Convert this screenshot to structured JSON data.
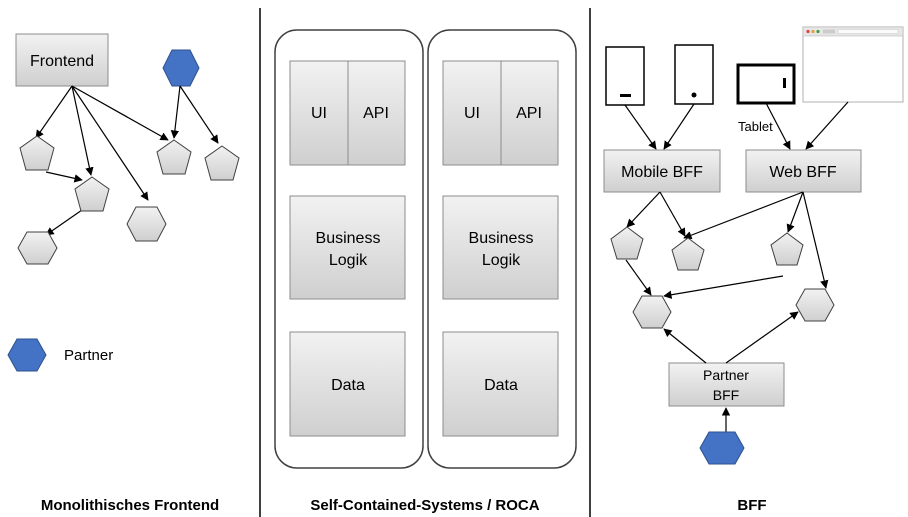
{
  "panels": {
    "monolith": {
      "caption": "Monolithisches Frontend",
      "frontend_label": "Frontend",
      "legend_label": "Partner"
    },
    "scs": {
      "caption": "Self-Contained-Systems / ROCA",
      "systems": [
        {
          "ui": "UI",
          "api": "API",
          "logic": [
            "Business",
            "Logik"
          ],
          "data": "Data"
        },
        {
          "ui": "UI",
          "api": "API",
          "logic": [
            "Business",
            "Logik"
          ],
          "data": "Data"
        }
      ]
    },
    "bff": {
      "caption": "BFF",
      "tablet_label": "Tablet",
      "mobile_bff": "Mobile BFF",
      "web_bff": "Web BFF",
      "partner_bff": [
        "Partner",
        "BFF"
      ]
    }
  },
  "colors": {
    "box_fill": "#d9d9d9",
    "box_stroke": "#7f7f7f",
    "partner_fill": "#4472c4",
    "line": "#000000",
    "divider": "#000000"
  }
}
